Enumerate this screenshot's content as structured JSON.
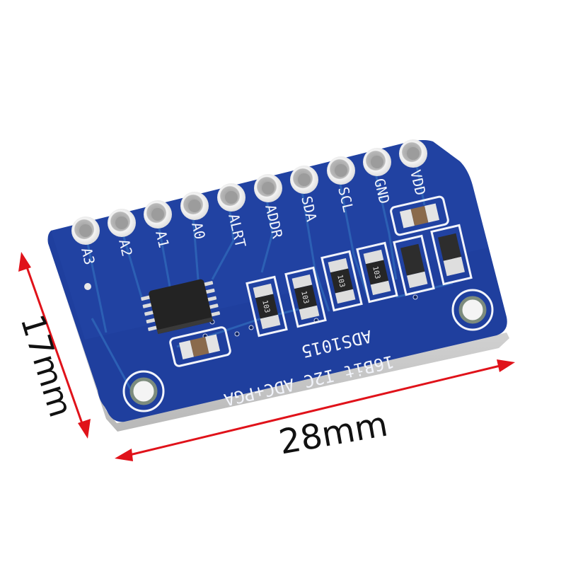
{
  "product": {
    "name": "ADS1015 16Bit I2C ADC+PGA module",
    "board_color": "#1f3f9e",
    "silkscreen_color": "#f2f4fb",
    "trace_color": "#2f66b8",
    "pad_color": "#d6d6d6"
  },
  "pins": [
    {
      "label": "A3"
    },
    {
      "label": "A2"
    },
    {
      "label": "A1"
    },
    {
      "label": "A0"
    },
    {
      "label": "ALRT"
    },
    {
      "label": "ADDR"
    },
    {
      "label": "SDA"
    },
    {
      "label": "SCL"
    },
    {
      "label": "GND"
    },
    {
      "label": "VDD"
    }
  ],
  "silkscreen": {
    "chip_name": "ADS1015",
    "line1": "16Bit I2C ADC+PGA",
    "resistor_codes": [
      "103",
      "103",
      "103",
      "103"
    ]
  },
  "dimensions": {
    "height_label": "17mm",
    "width_label": "28mm",
    "arrow_color": "#e0121a"
  }
}
